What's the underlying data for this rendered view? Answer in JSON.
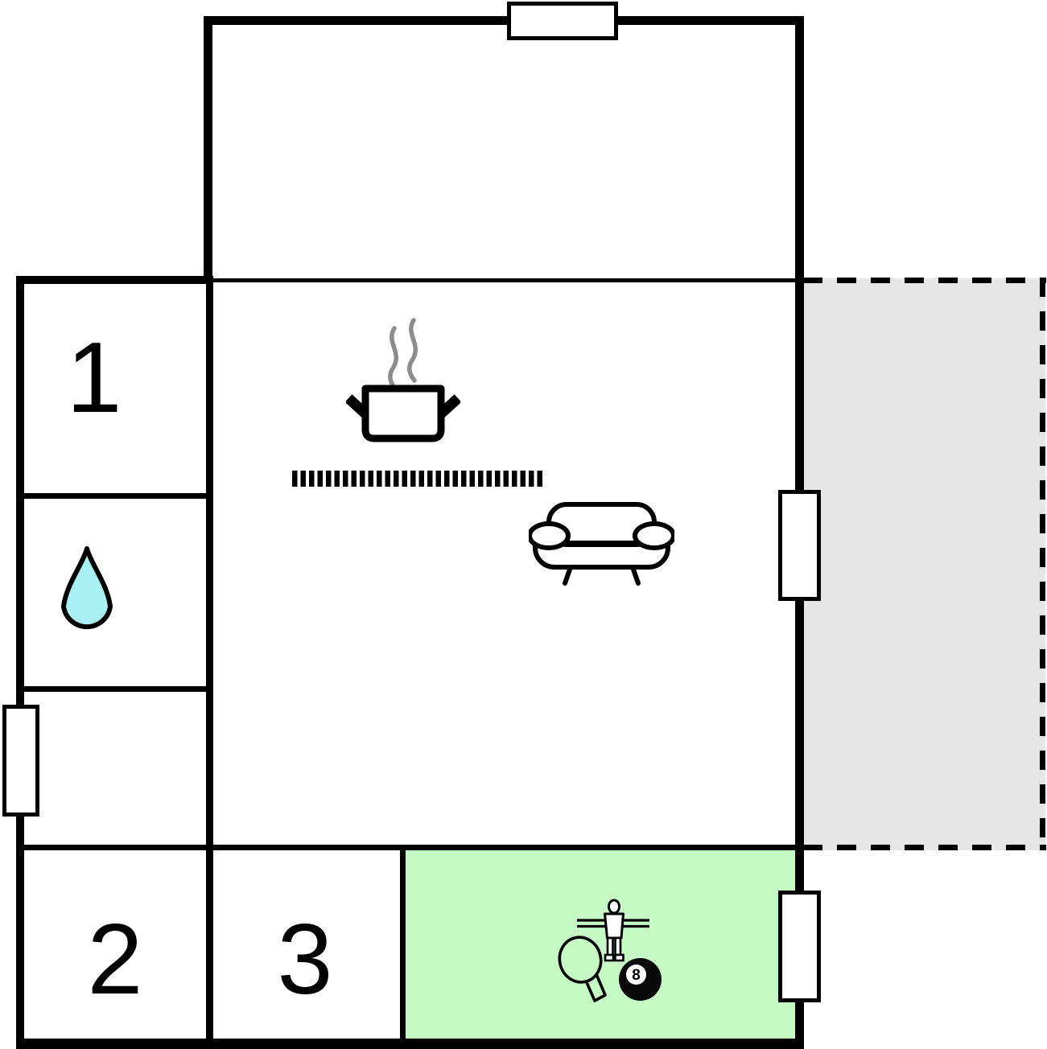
{
  "floorplan": {
    "title": "holiday-home floor plan",
    "room_labels": [
      {
        "id": "room-1",
        "label": "1"
      },
      {
        "id": "room-2",
        "label": "2"
      },
      {
        "id": "room-3",
        "label": "3"
      }
    ],
    "eight_ball_label": "8",
    "icons": [
      "water-drop-icon",
      "cooking-pot-icon",
      "stove-hob-icon",
      "sofa-icon",
      "foosball-player-icon",
      "table-tennis-paddle-icon",
      "eight-ball-icon"
    ],
    "colors": {
      "wall": "#000000",
      "background": "#ffffff",
      "game_room_fill": "#c5fac5",
      "terrace_fill": "#e6e6e6",
      "water_drop_fill": "#a8f0f3",
      "steam_gray": "#8c8c8c",
      "icon_fill": "#ffffff",
      "eight_ball_fill": "#0a0a0a"
    }
  }
}
